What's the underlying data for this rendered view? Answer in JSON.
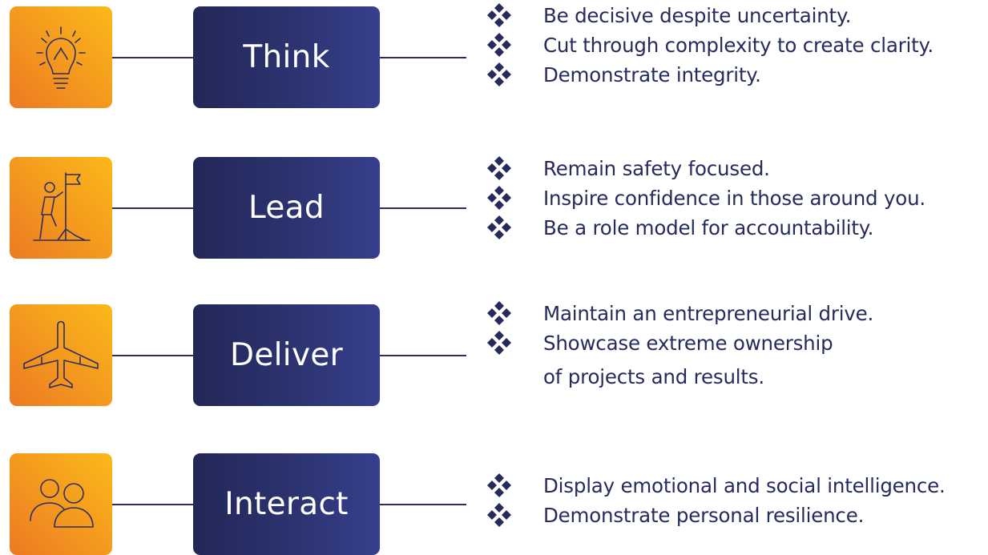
{
  "rows": [
    {
      "icon": "lightbulb-icon",
      "label": "Think",
      "bullets": [
        "Be decisive despite uncertainty.",
        "Cut through complexity to create clarity.",
        "Demonstrate integrity."
      ]
    },
    {
      "icon": "person-flag-icon",
      "label": "Lead",
      "bullets": [
        "Remain safety focused.",
        "Inspire confidence in those around you.",
        "Be a role model for accountability."
      ]
    },
    {
      "icon": "airplane-icon",
      "label": "Deliver",
      "bullets": [
        "Maintain an entrepreneurial drive.",
        "Showcase extreme ownership"
      ],
      "continuation": "of projects and results."
    },
    {
      "icon": "two-people-icon",
      "label": "Interact",
      "bullets": [
        "Display emotional and social intelligence.",
        "Demonstrate personal resilience."
      ]
    }
  ],
  "colors": {
    "navy": "#262b5d",
    "orange_light": "#fbb91a",
    "orange_dark": "#ec7a23"
  }
}
